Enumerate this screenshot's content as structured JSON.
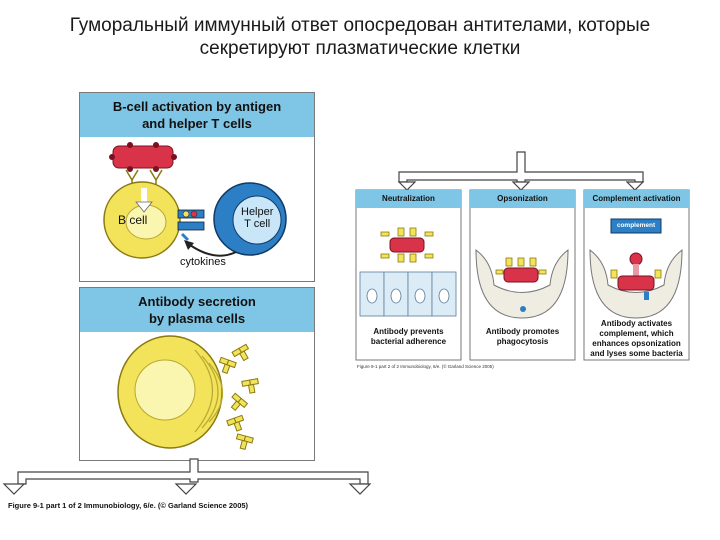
{
  "slide": {
    "title_line1": "Гуморальный иммунный ответ опосредован антителами, которые",
    "title_line2": "секретируют плазматические клетки"
  },
  "left_figure": {
    "panel_top": {
      "title_line1": "B-cell activation by antigen",
      "title_line2": "and helper T cells",
      "b_cell_label": "B cell",
      "helper_label_line1": "Helper",
      "helper_label_line2": "T cell",
      "cytokines_label": "cytokines"
    },
    "panel_bottom": {
      "title_line1": "Antibody secretion",
      "title_line2": "by plasma cells"
    },
    "caption": "Figure 9-1 part 1 of 2  Immunobiology, 6/e. (© Garland Science 2005)"
  },
  "right_figure": {
    "panels": [
      {
        "title": "Neutralization",
        "caption_line1": "Antibody prevents",
        "caption_line2": "bacterial adherence",
        "caption_line3": ""
      },
      {
        "title": "Opsonization",
        "caption_line1": "Antibody promotes",
        "caption_line2": "phagocytosis",
        "caption_line3": ""
      },
      {
        "title": "Complement activation",
        "caption_line1": "Antibody activates",
        "caption_line2": "complement, which",
        "caption_line3": "enhances opsonization",
        "caption_line4": "and lyses some bacteria"
      }
    ],
    "complement_label": "complement",
    "caption": "Figure 9-1 part 2 of 2  Immunobiology, 6/e. (© Garland Science 2005)"
  },
  "colors": {
    "header_blue": "#7fc6e6",
    "cell_yellow": "#f2e35a",
    "helper_blue": "#2c7fc4",
    "antigen_red": "#d9334a",
    "complement_blue": "#2c7fc4"
  }
}
